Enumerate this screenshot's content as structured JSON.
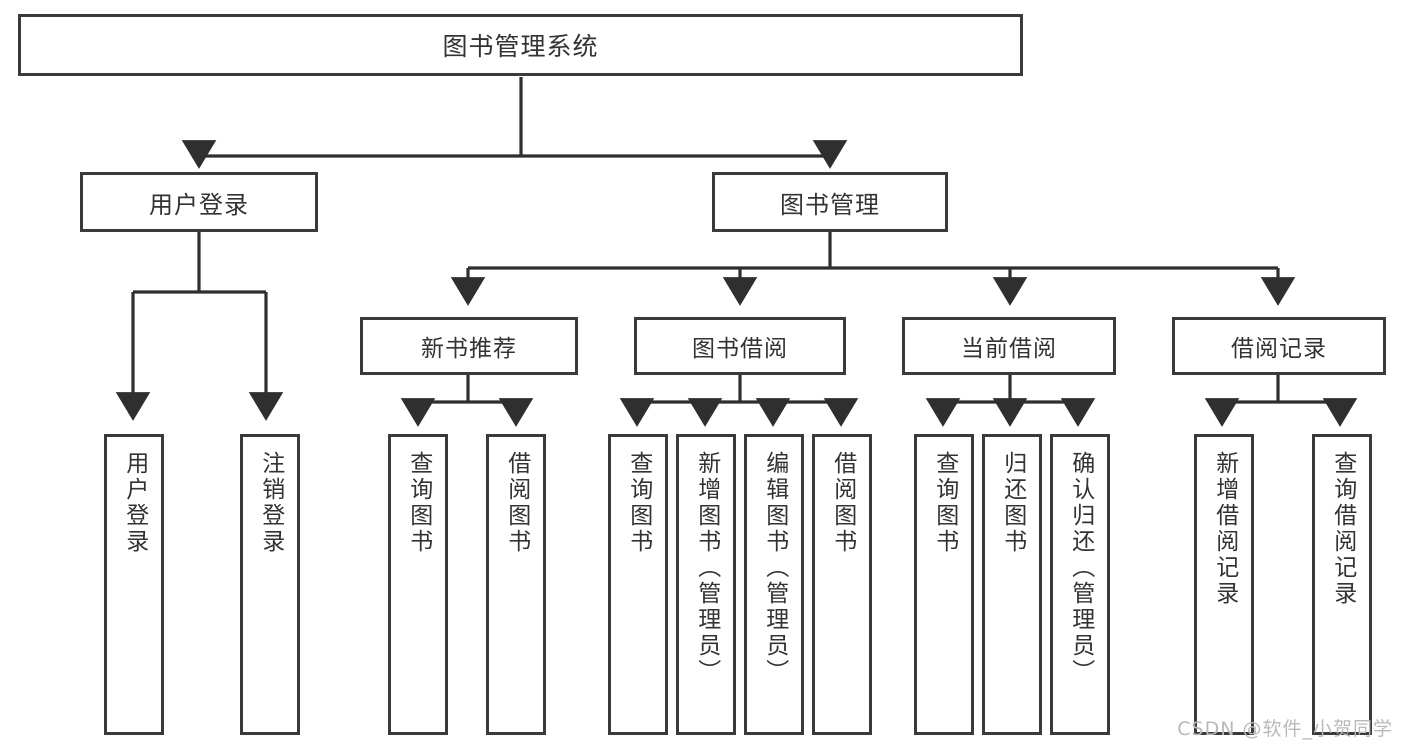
{
  "diagram": {
    "title": "图书管理系统",
    "type": "tree-hierarchy",
    "watermark": "CSDN @软件_小贺同学",
    "colors": {
      "background": "#ffffff",
      "box_border": "#3a3a3a",
      "box_fill": "#ffffff",
      "text": "#333333",
      "connector": "#2f2f2f",
      "watermark": "#b9b9b9"
    },
    "root": {
      "label": "图书管理系统"
    },
    "level2": [
      {
        "id": "user-login",
        "label": "用户登录"
      },
      {
        "id": "book-management",
        "label": "图书管理"
      }
    ],
    "level3": [
      {
        "id": "new-book-recommend",
        "label": "新书推荐",
        "parent": "book-management"
      },
      {
        "id": "book-borrow",
        "label": "图书借阅",
        "parent": "book-management"
      },
      {
        "id": "current-borrow",
        "label": "当前借阅",
        "parent": "book-management"
      },
      {
        "id": "borrow-record",
        "label": "借阅记录",
        "parent": "book-management"
      }
    ],
    "leaves": {
      "user-login": [
        {
          "id": "leaf-user-login",
          "label": "用户登录"
        },
        {
          "id": "leaf-logout",
          "label": "注销登录"
        }
      ],
      "new-book-recommend": [
        {
          "id": "leaf-query-book-1",
          "label": "查询图书"
        },
        {
          "id": "leaf-borrow-book-1",
          "label": "借阅图书"
        }
      ],
      "book-borrow": [
        {
          "id": "leaf-query-book-2",
          "label": "查询图书"
        },
        {
          "id": "leaf-add-book",
          "label": "新增图书（管理员）"
        },
        {
          "id": "leaf-edit-book",
          "label": "编辑图书（管理员）"
        },
        {
          "id": "leaf-borrow-book-2",
          "label": "借阅图书"
        }
      ],
      "current-borrow": [
        {
          "id": "leaf-query-book-3",
          "label": "查询图书"
        },
        {
          "id": "leaf-return-book",
          "label": "归还图书"
        },
        {
          "id": "leaf-confirm-return",
          "label": "确认归还（管理员）"
        }
      ],
      "borrow-record": [
        {
          "id": "leaf-add-record",
          "label": "新增借阅记录"
        },
        {
          "id": "leaf-query-record",
          "label": "查询借阅记录"
        }
      ]
    }
  }
}
